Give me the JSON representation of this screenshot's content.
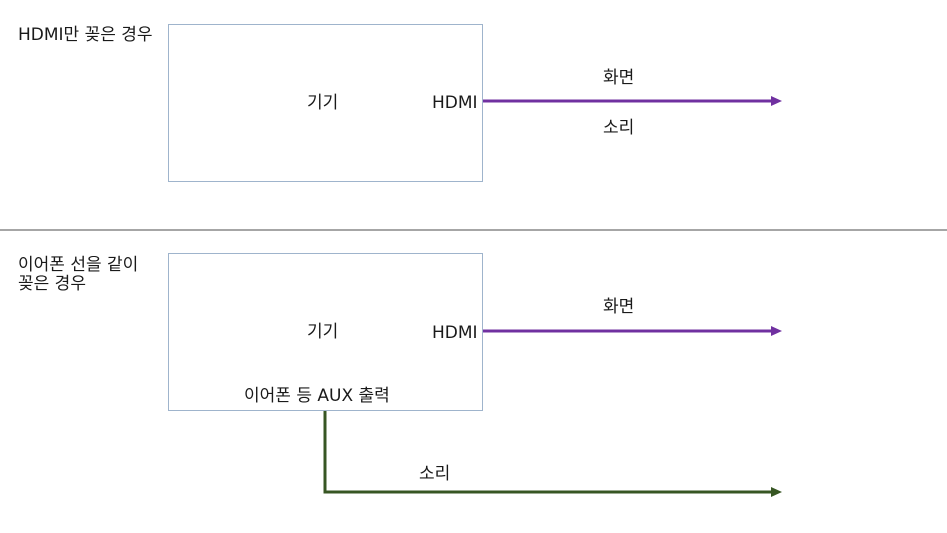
{
  "colors": {
    "hdmi_line": "#7030a0",
    "aux_line": "#375623",
    "box_border": "#9fb4cc",
    "divider": "#a6a6a6",
    "text": "#1a1a1a"
  },
  "section1": {
    "title": "HDMI만 꽂은 경우",
    "device_label": "기기",
    "port_label": "HDMI",
    "arrow_top_label": "화면",
    "arrow_bottom_label": "소리"
  },
  "section2": {
    "title_line1": "이어폰 선을 같이",
    "title_line2": "꽂은 경우",
    "device_label": "기기",
    "port_label": "HDMI",
    "hdmi_arrow_label": "화면",
    "aux_port_label": "이어폰 등 AUX 출력",
    "aux_arrow_label": "소리"
  }
}
